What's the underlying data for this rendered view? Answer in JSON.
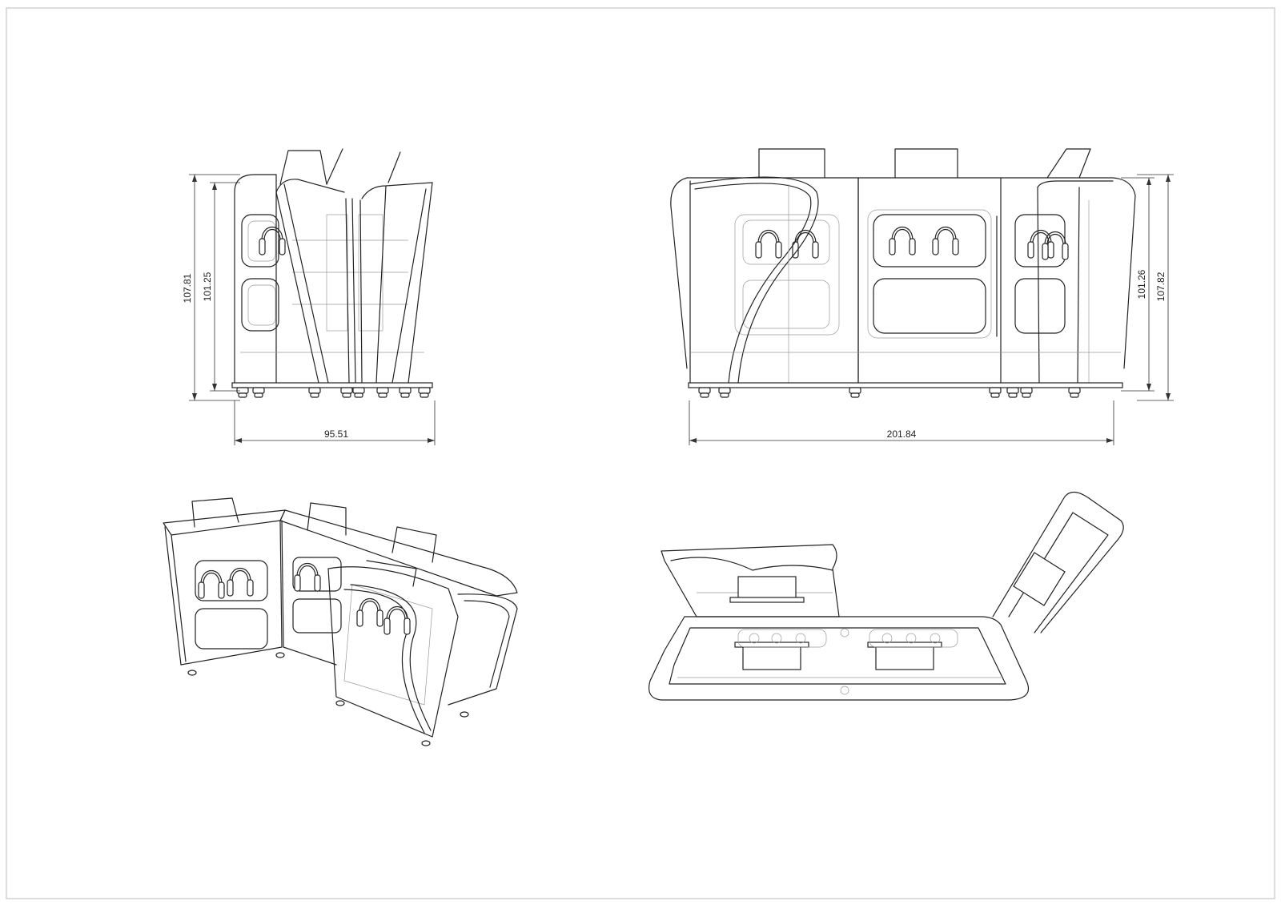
{
  "drawing": {
    "views": [
      "side-elevation",
      "front-elevation",
      "isometric-view",
      "top-plan-view"
    ],
    "dimensions": {
      "side_overall_height": "107.81",
      "side_body_height": "101.25",
      "side_width": "95.51",
      "front_body_height": "101.26",
      "front_overall_height": "107.82",
      "front_width": "201.84"
    },
    "colors": {
      "line": "#222222",
      "hidden_line": "#9a9a9a",
      "border": "#bbbbbb",
      "paper": "#ffffff"
    }
  }
}
